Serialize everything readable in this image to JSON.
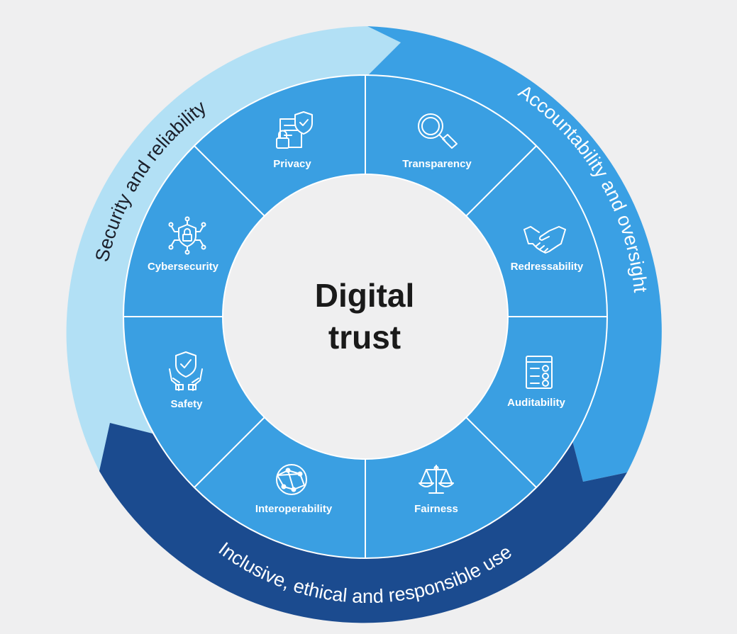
{
  "center": {
    "line1": "Digital",
    "line2": "trust"
  },
  "outer_ring": {
    "security": "Security and reliability",
    "accountability": "Accountability and oversight",
    "inclusive": "Inclusive, ethical and responsible use"
  },
  "segments": {
    "privacy": "Privacy",
    "transparency": "Transparency",
    "redressability": "Redressability",
    "auditability": "Auditability",
    "fairness": "Fairness",
    "interoperability": "Interoperability",
    "safety": "Safety",
    "cybersecurity": "Cybersecurity"
  },
  "colors": {
    "background": "#efeff0",
    "light_blue": "#b2e0f5",
    "mid_blue": "#3aa0e4",
    "dark_blue": "#1b4b8f",
    "segment_blue": "#3a9fe2",
    "divider": "#ffffff",
    "center_fill": "#efeff0"
  },
  "icons": [
    "privacy-document-lock-icon",
    "magnifier-icon",
    "handshake-icon",
    "checklist-icon",
    "scales-icon",
    "globe-network-icon",
    "hands-shield-icon",
    "circuit-lock-icon"
  ]
}
